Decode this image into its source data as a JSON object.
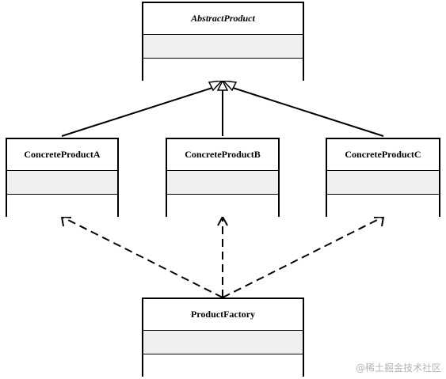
{
  "classes": {
    "abstract_product": {
      "name": "AbstractProduct"
    },
    "concrete_a": {
      "name": "ConcreteProductA"
    },
    "concrete_b": {
      "name": "ConcreteProductB"
    },
    "concrete_c": {
      "name": "ConcreteProductC"
    },
    "factory": {
      "name": "ProductFactory"
    }
  },
  "relationships": [
    {
      "from": "ConcreteProductA",
      "to": "AbstractProduct",
      "type": "generalization"
    },
    {
      "from": "ConcreteProductB",
      "to": "AbstractProduct",
      "type": "generalization"
    },
    {
      "from": "ConcreteProductC",
      "to": "AbstractProduct",
      "type": "generalization"
    },
    {
      "from": "ProductFactory",
      "to": "ConcreteProductA",
      "type": "dependency"
    },
    {
      "from": "ProductFactory",
      "to": "ConcreteProductB",
      "type": "dependency"
    },
    {
      "from": "ProductFactory",
      "to": "ConcreteProductC",
      "type": "dependency"
    }
  ],
  "watermark": "@稀土掘金技术社区"
}
